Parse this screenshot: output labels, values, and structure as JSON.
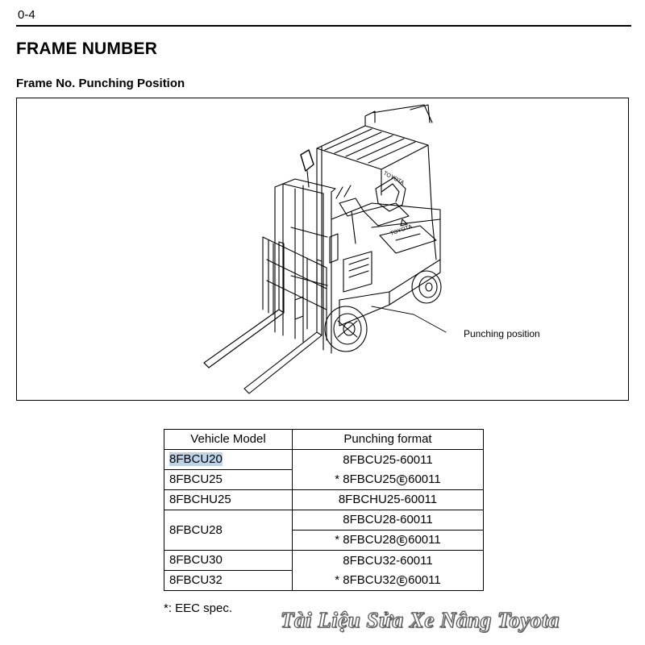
{
  "header": {
    "page_number": "0-4"
  },
  "section": {
    "title": "FRAME NUMBER",
    "subtitle": "Frame No. Punching Position"
  },
  "figure": {
    "callout_label": "Punching position",
    "illustration": "forklift-line-drawing",
    "brand_marks": [
      "TOYOTA",
      "TOYOTA"
    ]
  },
  "table": {
    "headers": [
      "Vehicle Model",
      "Punching format"
    ],
    "models": [
      "8FBCU20",
      "8FBCU25",
      "8FBCHU25",
      "8FBCU28",
      "8FBCU30",
      "8FBCU32"
    ],
    "formats": {
      "g1_std": "8FBCU25-60011",
      "g1_eec_prefix": "* 8FBCU25",
      "g1_eec_suffix": "60011",
      "g2": "8FBCHU25-60011",
      "g3_std": "8FBCU28-60011",
      "g3_eec_prefix": "* 8FBCU28",
      "g3_eec_suffix": "60011",
      "g4_std": "8FBCU32-60011",
      "g4_eec_prefix": "* 8FBCU32",
      "g4_eec_suffix": "60011"
    },
    "eec_symbol": "E",
    "highlight_color": "#bcd3ea"
  },
  "footnote": "*: EEC spec.",
  "watermark": "Tài Liệu Sửa Xe Nâng Toyota"
}
